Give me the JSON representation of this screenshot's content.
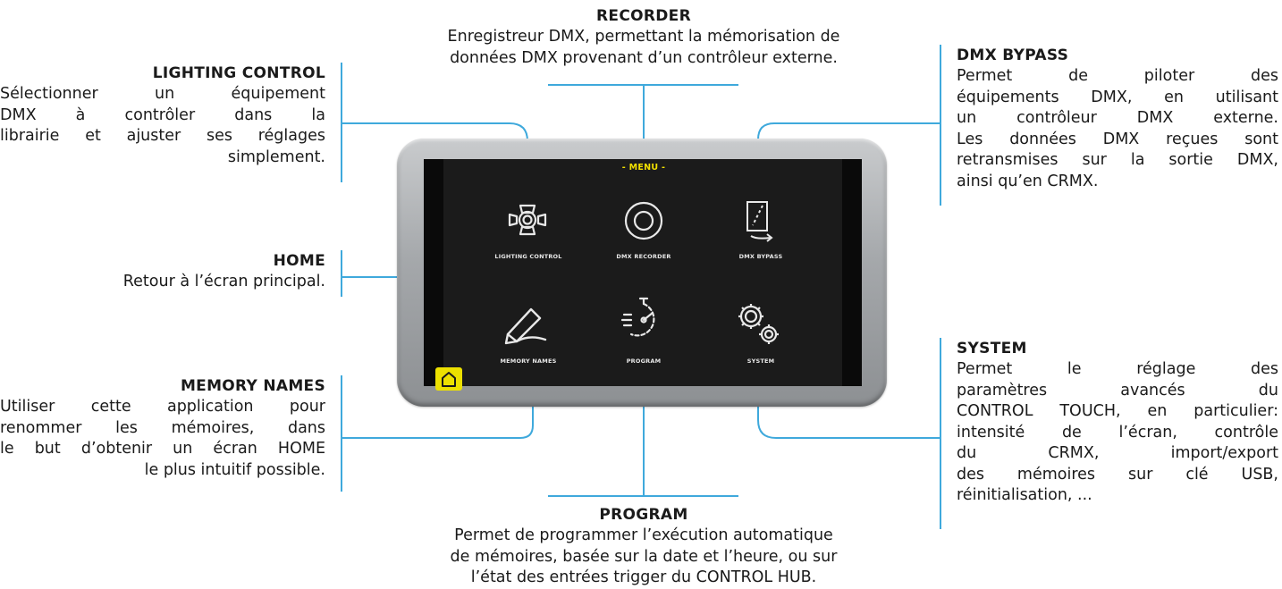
{
  "screen": {
    "menu_title": "- MENU -",
    "apps": [
      {
        "label": "LIGHTING CONTROL",
        "icon": "spotlight-icon"
      },
      {
        "label": "DMX RECORDER",
        "icon": "record-icon"
      },
      {
        "label": "DMX BYPASS",
        "icon": "bypass-icon"
      },
      {
        "label": "MEMORY NAMES",
        "icon": "pen-icon"
      },
      {
        "label": "PROGRAM",
        "icon": "stopwatch-icon"
      },
      {
        "label": "SYSTEM",
        "icon": "gears-icon"
      }
    ],
    "home_icon": "home-icon",
    "home_color": "#ece000",
    "accent_color": "#f2e000"
  },
  "callouts": {
    "recorder": {
      "title": "RECORDER",
      "lines": [
        "Enregistreur DMX, permettant la mémorisation de",
        "données DMX provenant d’un contrôleur externe."
      ]
    },
    "lighting_control": {
      "title": "LIGHTING CONTROL",
      "lines": [
        "Sélectionner un équipement",
        "DMX à contrôler dans la",
        "librairie et ajuster ses réglages",
        "simplement."
      ]
    },
    "dmx_bypass": {
      "title": "DMX BYPASS",
      "lines": [
        "Permet de piloter des",
        "équipements DMX, en utilisant",
        "un contrôleur DMX externe.",
        "Les données DMX reçues sont",
        "retransmises sur la sortie DMX,",
        "ainsi qu’en CRMX."
      ]
    },
    "home": {
      "title": "HOME",
      "lines": [
        "Retour à l’écran principal."
      ]
    },
    "memory_names": {
      "title": "MEMORY NAMES",
      "lines": [
        "Utiliser cette application pour",
        "renommer les mémoires, dans",
        "le but d’obtenir un écran HOME",
        "le plus intuitif possible."
      ]
    },
    "system": {
      "title": "SYSTEM",
      "lines": [
        "Permet le réglage des",
        "paramètres avancés du",
        "CONTROL TOUCH, en particulier:",
        "intensité de l’écran, contrôle",
        "du CRMX, import/export",
        "des mémoires sur clé USB,",
        "réinitialisation, ..."
      ]
    },
    "program": {
      "title": "PROGRAM",
      "lines": [
        "Permet de programmer l’exécution automatique",
        "de mémoires, basée sur la date et l’heure, ou sur",
        "l’état des entrées trigger du CONTROL HUB."
      ]
    }
  },
  "line_color": "#3fa9dc"
}
